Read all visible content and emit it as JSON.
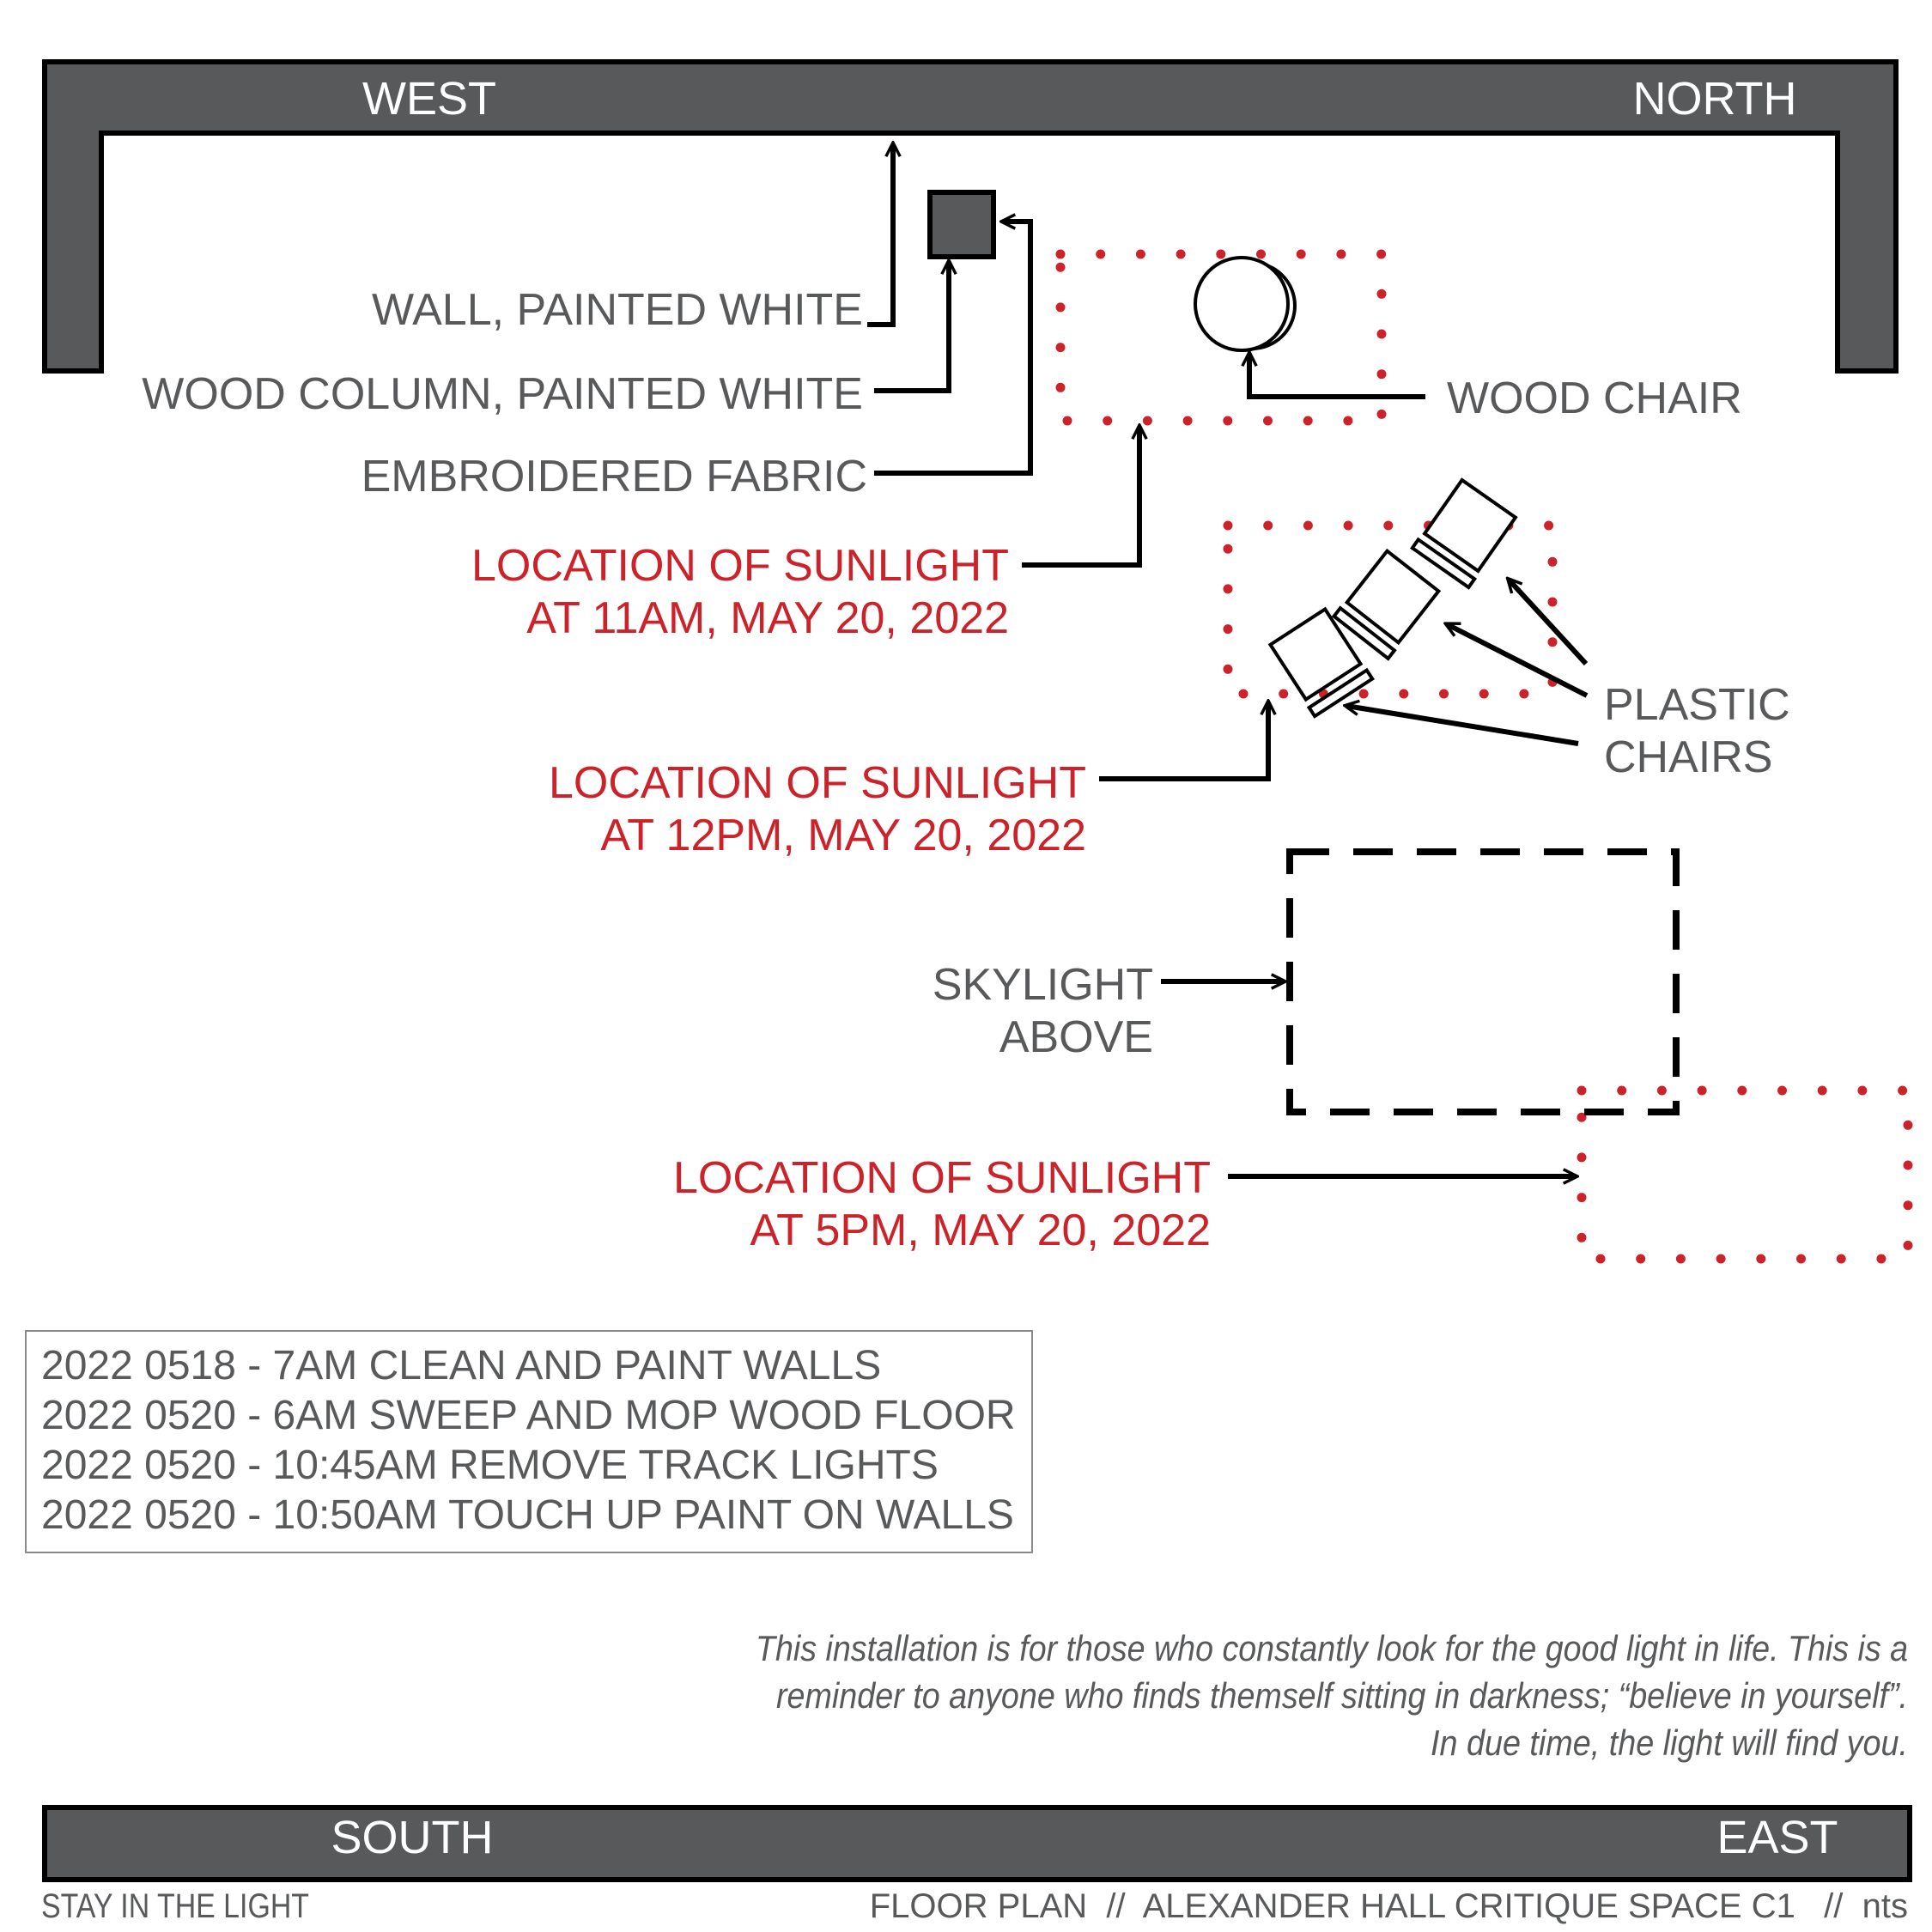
{
  "walls": {
    "top_left_label": "WEST",
    "top_right_label": "NORTH",
    "bottom_left_label": "SOUTH",
    "bottom_right_label": "EAST",
    "wall_color": "#58595b"
  },
  "labels": {
    "wall": "WALL, PAINTED WHITE",
    "column": "WOOD COLUMN, PAINTED WHITE",
    "fabric": "EMBROIDERED FABRIC",
    "wood_chair": "WOOD CHAIR",
    "plastic_chairs_line1": "PLASTIC",
    "plastic_chairs_line2": "CHAIRS",
    "skylight_line1": "SKYLIGHT",
    "skylight_line2": "ABOVE"
  },
  "sunlight": [
    {
      "line1": "LOCATION OF SUNLIGHT",
      "line2": "AT 11AM, MAY 20, 2022"
    },
    {
      "line1": "LOCATION OF SUNLIGHT",
      "line2": "AT 12PM, MAY 20, 2022"
    },
    {
      "line1": "LOCATION OF SUNLIGHT",
      "line2": "AT 5PM, MAY 20, 2022"
    }
  ],
  "log": [
    "2022 0518 - 7AM CLEAN AND PAINT WALLS",
    "2022 0520 - 6AM SWEEP AND MOP WOOD FLOOR",
    "2022 0520 - 10:45AM REMOVE TRACK LIGHTS",
    "2022 0520 - 10:50AM TOUCH UP PAINT ON WALLS"
  ],
  "statement": [
    "This installation is for those who constantly look for the good light in life. This is a",
    "reminder to anyone who finds themself sitting in darkness; “believe in yourself”.",
    "In due time, the light will find you."
  ],
  "footer": {
    "title": "STAY IN THE LIGHT",
    "caption": "FLOOR PLAN  //  ALEXANDER HALL CRITIQUE SPACE C1   //  nts"
  },
  "colors": {
    "sunlight_red": "#cc2229",
    "text_gray": "#58595b",
    "line_black": "#000000"
  }
}
